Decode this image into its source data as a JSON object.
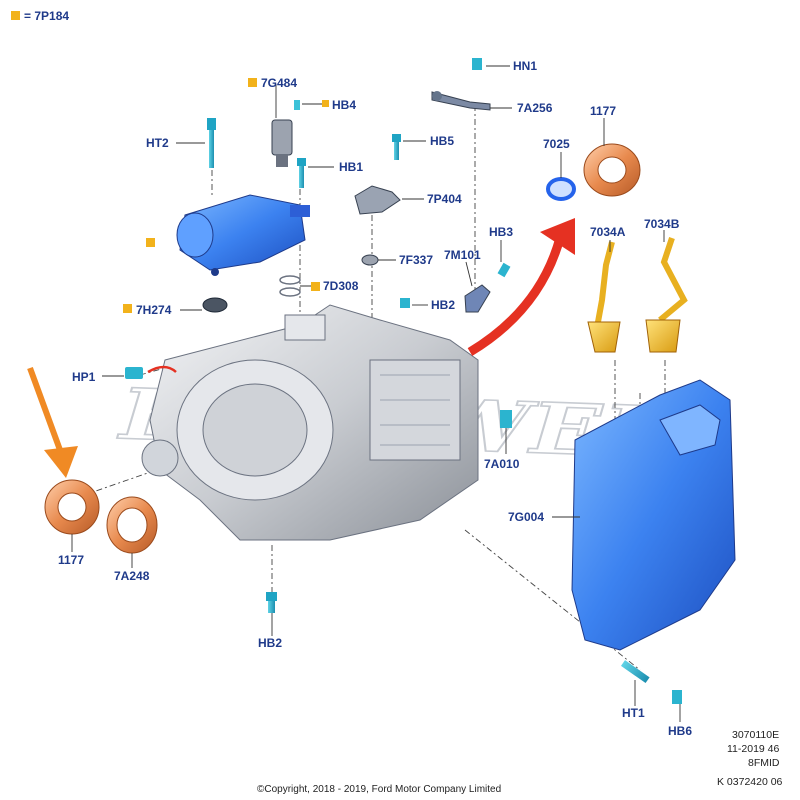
{
  "legend": {
    "label": "= 7P184",
    "marker_color": "#f2b21b"
  },
  "labels": {
    "hn1": "HN1",
    "7a256": "7A256",
    "7g484": "7G484",
    "hb4": "HB4",
    "ht2": "HT2",
    "hb1": "HB1",
    "hb5": "HB5",
    "7p404": "7P404",
    "7025": "7025",
    "1177_top": "1177",
    "7034a": "7034A",
    "7034b": "7034B",
    "hb3": "HB3",
    "7m101": "7M101",
    "7f337": "7F337",
    "7d308": "7D308",
    "7h274": "7H274",
    "hb2_top": "HB2",
    "hp1": "HP1",
    "7a010": "7A010",
    "7g004": "7G004",
    "1177_bottom": "1177",
    "7a248": "7A248",
    "hb2_bottom": "HB2",
    "ht1": "HT1",
    "hb6": "HB6"
  },
  "doc_meta": {
    "line1": "3070110E",
    "line2": "11-2019 46",
    "line3": "8FMID",
    "line4": "K 0372420 06"
  },
  "copyright": "©Copyright, 2018 - 2019, Ford Motor Company Limited",
  "watermark": "EKPOWER",
  "colors": {
    "label": "#1f3a8a",
    "marker": "#f2b21b",
    "part_blue": "#3b82f6",
    "seal_copper": "#e0814a",
    "pipe_gold": "#e8b020",
    "arrow_orange": "#f08a24",
    "arrow_red": "#e53122"
  }
}
